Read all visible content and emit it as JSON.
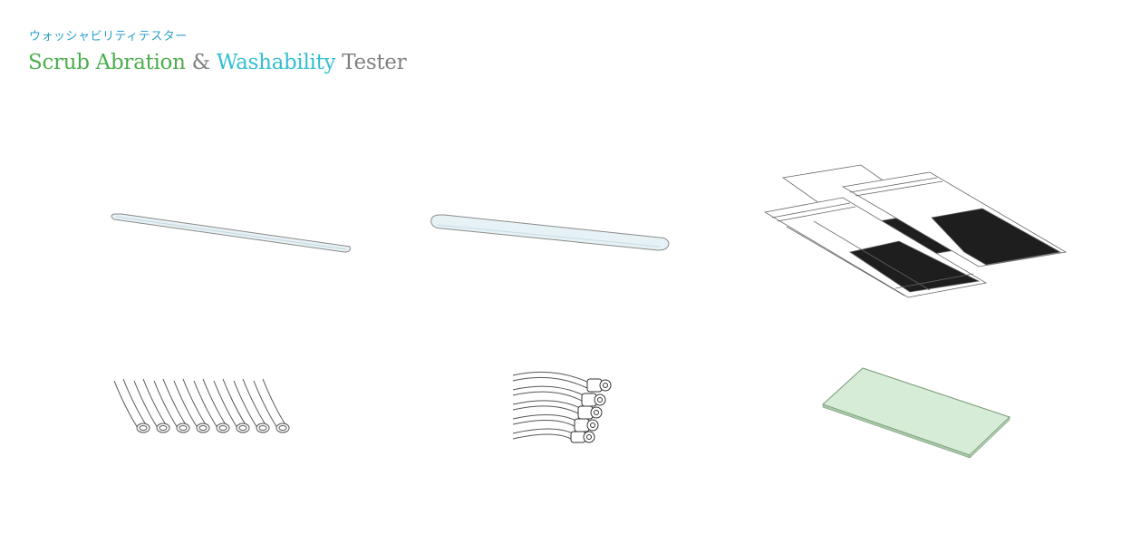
{
  "header": {
    "subtitle": "ウォッシャビリティテスター",
    "title_part1": "Scrub Abration",
    "title_amp": "&",
    "title_part2": "Washability",
    "title_part3": "Tester"
  },
  "colors": {
    "green": "#4cae4c",
    "cyan": "#33c0d0",
    "gray": "#808080",
    "subtitle": "#29a0c8"
  },
  "items": [
    {
      "name": "short-shim-strip"
    },
    {
      "name": "long-shim-strip"
    },
    {
      "name": "test-charts"
    },
    {
      "name": "tube-set"
    },
    {
      "name": "hose-fittings"
    },
    {
      "name": "glass-plate"
    }
  ]
}
